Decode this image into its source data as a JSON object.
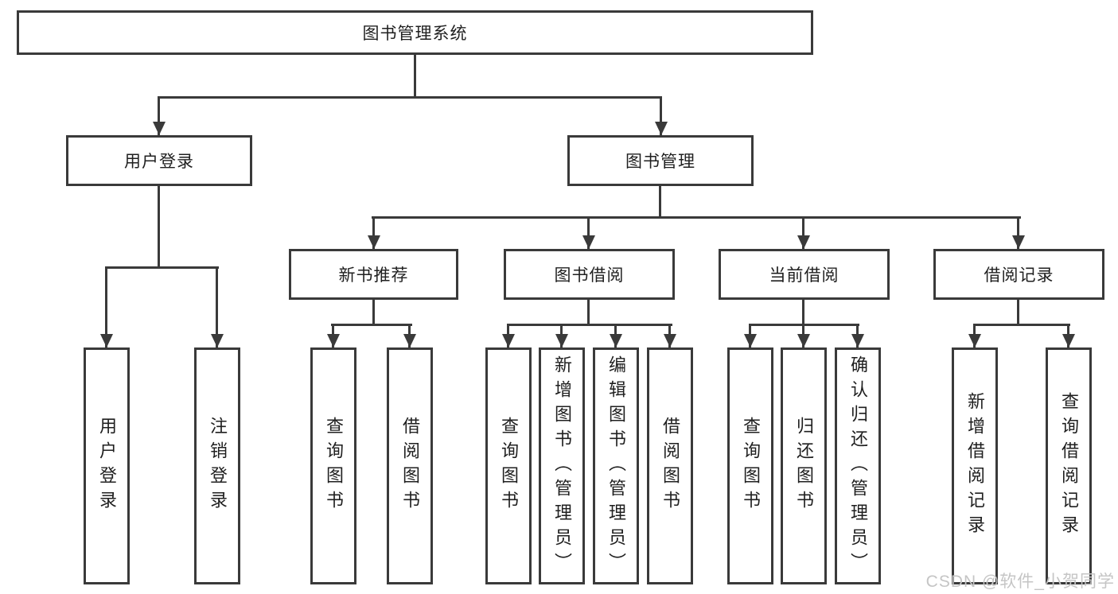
{
  "diagram": {
    "root": {
      "label": "图书管理系统"
    },
    "branches": [
      {
        "label": "用户登录",
        "children": [
          {
            "label": "用户登录"
          },
          {
            "label": "注销登录"
          }
        ]
      },
      {
        "label": "图书管理",
        "children": [
          {
            "label": "新书推荐",
            "children": [
              {
                "label": "查询图书"
              },
              {
                "label": "借阅图书"
              }
            ]
          },
          {
            "label": "图书借阅",
            "children": [
              {
                "label": "查询图书"
              },
              {
                "label": "新增图书（管理员）"
              },
              {
                "label": "编辑图书（管理员）"
              },
              {
                "label": "借阅图书"
              }
            ]
          },
          {
            "label": "当前借阅",
            "children": [
              {
                "label": "查询图书"
              },
              {
                "label": "归还图书"
              },
              {
                "label": "确认归还（管理员）"
              }
            ]
          },
          {
            "label": "借阅记录",
            "children": [
              {
                "label": "新增借阅记录"
              },
              {
                "label": "查询借阅记录"
              }
            ]
          }
        ]
      }
    ],
    "watermark": "CSDN @软件_小贺同学",
    "colors": {
      "line": "#3a3a3a",
      "text": "#1f1f1f",
      "watermark": "#c5c5c5",
      "background": "#ffffff"
    }
  }
}
